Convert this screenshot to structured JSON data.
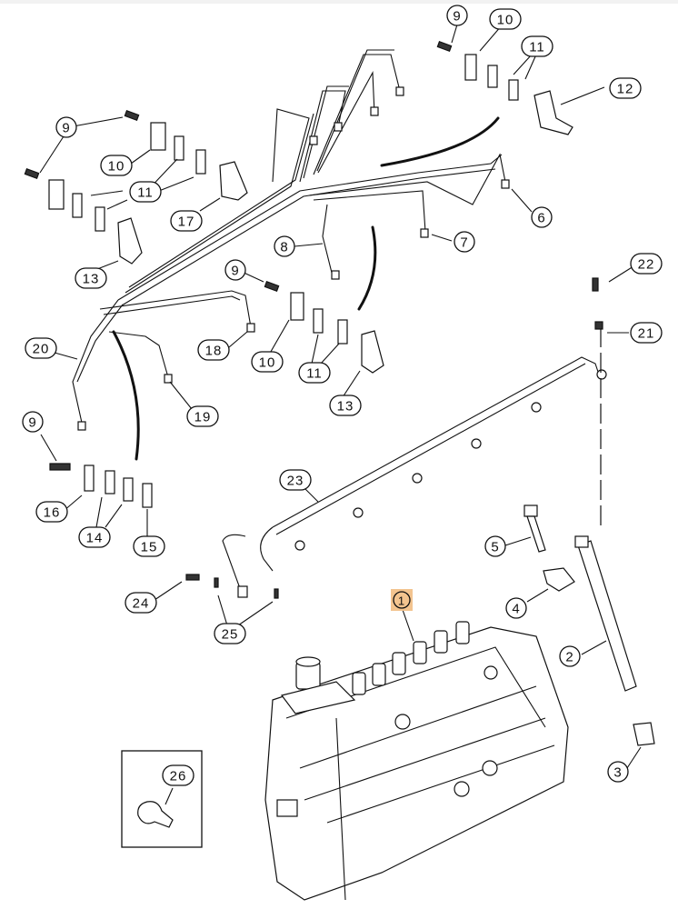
{
  "diagram": {
    "title": "Fuel Injection Pump and Lines - Exploded View",
    "highlight_color": "#f3c48f",
    "highlighted_callout": "1",
    "callouts": [
      {
        "id": "c1",
        "label": "1",
        "part": "fuel-injection-pump",
        "highlighted": true
      },
      {
        "id": "c2",
        "label": "2",
        "part": "fuel-injector"
      },
      {
        "id": "c3",
        "label": "3",
        "part": "injector-sleeve"
      },
      {
        "id": "c4",
        "label": "4",
        "part": "injector-clamp"
      },
      {
        "id": "c5",
        "label": "5",
        "part": "clamp-bolt"
      },
      {
        "id": "c6",
        "label": "6",
        "part": "injection-line"
      },
      {
        "id": "c7",
        "label": "7",
        "part": "injection-line"
      },
      {
        "id": "c8",
        "label": "8",
        "part": "injection-line"
      },
      {
        "id": "c9a",
        "label": "9",
        "part": "bolt"
      },
      {
        "id": "c9b",
        "label": "9",
        "part": "bolt"
      },
      {
        "id": "c9c",
        "label": "9",
        "part": "bolt"
      },
      {
        "id": "c9d",
        "label": "9",
        "part": "bolt"
      },
      {
        "id": "c10a",
        "label": "10",
        "part": "clamp-plate"
      },
      {
        "id": "c10b",
        "label": "10",
        "part": "clamp-plate"
      },
      {
        "id": "c10c",
        "label": "10",
        "part": "clamp-plate"
      },
      {
        "id": "c11a",
        "label": "11",
        "part": "clamp-insert"
      },
      {
        "id": "c11b",
        "label": "11",
        "part": "clamp-insert"
      },
      {
        "id": "c11c",
        "label": "11",
        "part": "clamp-insert"
      },
      {
        "id": "c12",
        "label": "12",
        "part": "bracket"
      },
      {
        "id": "c13a",
        "label": "13",
        "part": "bracket"
      },
      {
        "id": "c13b",
        "label": "13",
        "part": "bracket"
      },
      {
        "id": "c14",
        "label": "14",
        "part": "clamp-insert"
      },
      {
        "id": "c15",
        "label": "15",
        "part": "clamp-plate"
      },
      {
        "id": "c16",
        "label": "16",
        "part": "clamp-plate"
      },
      {
        "id": "c17",
        "label": "17",
        "part": "bracket"
      },
      {
        "id": "c18",
        "label": "18",
        "part": "injection-line"
      },
      {
        "id": "c19",
        "label": "19",
        "part": "injection-line"
      },
      {
        "id": "c20",
        "label": "20",
        "part": "injection-line"
      },
      {
        "id": "c21",
        "label": "21",
        "part": "fitting"
      },
      {
        "id": "c22",
        "label": "22",
        "part": "banjo-bolt"
      },
      {
        "id": "c23",
        "label": "23",
        "part": "fuel-return-line"
      },
      {
        "id": "c24",
        "label": "24",
        "part": "banjo-bolt"
      },
      {
        "id": "c25",
        "label": "25",
        "part": "sealing-washer"
      },
      {
        "id": "c26",
        "label": "26",
        "part": "p-clip"
      }
    ]
  }
}
